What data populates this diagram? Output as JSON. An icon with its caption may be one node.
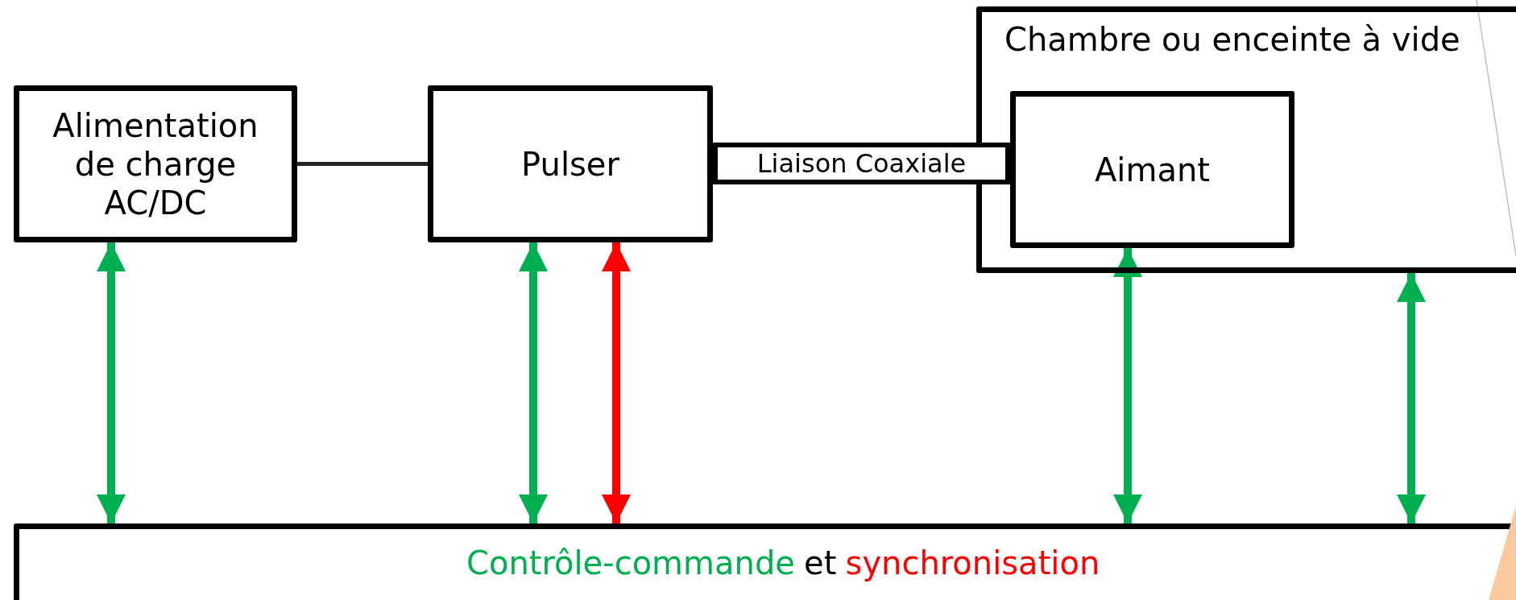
{
  "diagram": {
    "nodes": [
      {
        "text": [
          "Alimentation de charge AC/DC"
        ]
      },
      {
        "text": [
          "Pulser"
        ]
      },
      {
        "text": [
          "Chambre ou enceinte à vide"
        ]
      },
      {
        "text": [
          "Aimant"
        ],
        "in": 2
      },
      {
        "text": [
          "Contrôle-commande",
          "et",
          "synchronisation"
        ]
      }
    ],
    "edges": [
      {
        "from": 0,
        "to": 1,
        "arrow": "none",
        "color": "#262626"
      },
      {
        "from": 1,
        "to": 3,
        "arrow": "none",
        "label": "Liaison Coaxiale",
        "style": "thick",
        "color": "#000000"
      },
      {
        "from": 0,
        "to": 4,
        "arrow": "both"
      },
      {
        "from": 1,
        "to": 4,
        "arrow": "both"
      },
      {
        "from": 1,
        "to": 4,
        "arrow": "both",
        "color": "#ff0000"
      },
      {
        "from": 3,
        "to": 4,
        "arrow": "both"
      },
      {
        "from": 2,
        "to": 4,
        "arrow": "both"
      }
    ]
  }
}
